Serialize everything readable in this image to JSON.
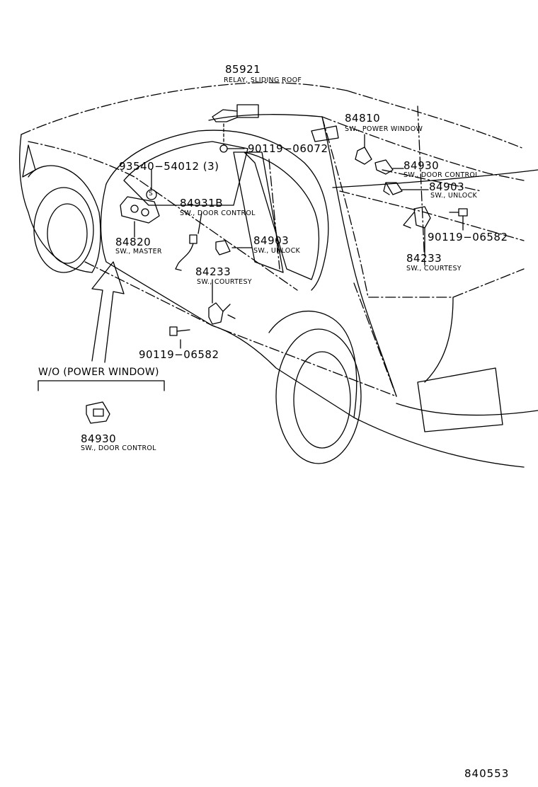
{
  "colors": {
    "ink": "#000000",
    "paper": "#ffffff"
  },
  "figure_number": "840553",
  "callouts": {
    "relay_sliding_roof": {
      "part_no": "85921",
      "desc": "RELAY, SLIDING ROOF"
    },
    "sw_power_window": {
      "part_no": "84810",
      "desc": "SW., POWER WINDOW"
    },
    "bolt_upper": {
      "part_no": "90119−06072"
    },
    "sw_door_control_rear": {
      "part_no": "84930",
      "desc": "SW., DOOR CONTROL"
    },
    "sw_unlock_rear": {
      "part_no": "84903",
      "desc": "SW., UNLOCK"
    },
    "bolt_rear": {
      "part_no": "90119−06582"
    },
    "sw_courtesy_rear": {
      "part_no": "84233",
      "desc": "SW., COURTESY"
    },
    "screw_set": {
      "part_no": "93540−54012 (3)",
      "symbol": "S"
    },
    "sw_door_control_front": {
      "part_no": "84931B",
      "desc": "SW., DOOR CONTROL"
    },
    "sw_master": {
      "part_no": "84820",
      "desc": "SW., MASTER"
    },
    "sw_unlock_front": {
      "part_no": "84903",
      "desc": "SW., UNLOCK"
    },
    "sw_courtesy_front": {
      "part_no": "84233",
      "desc": "SW., COURTESY"
    },
    "bolt_front": {
      "part_no": "90119−06582"
    }
  },
  "variant": {
    "title": "W/O (POWER WINDOW)",
    "part_no": "84930",
    "desc": "SW., DOOR CONTROL"
  }
}
